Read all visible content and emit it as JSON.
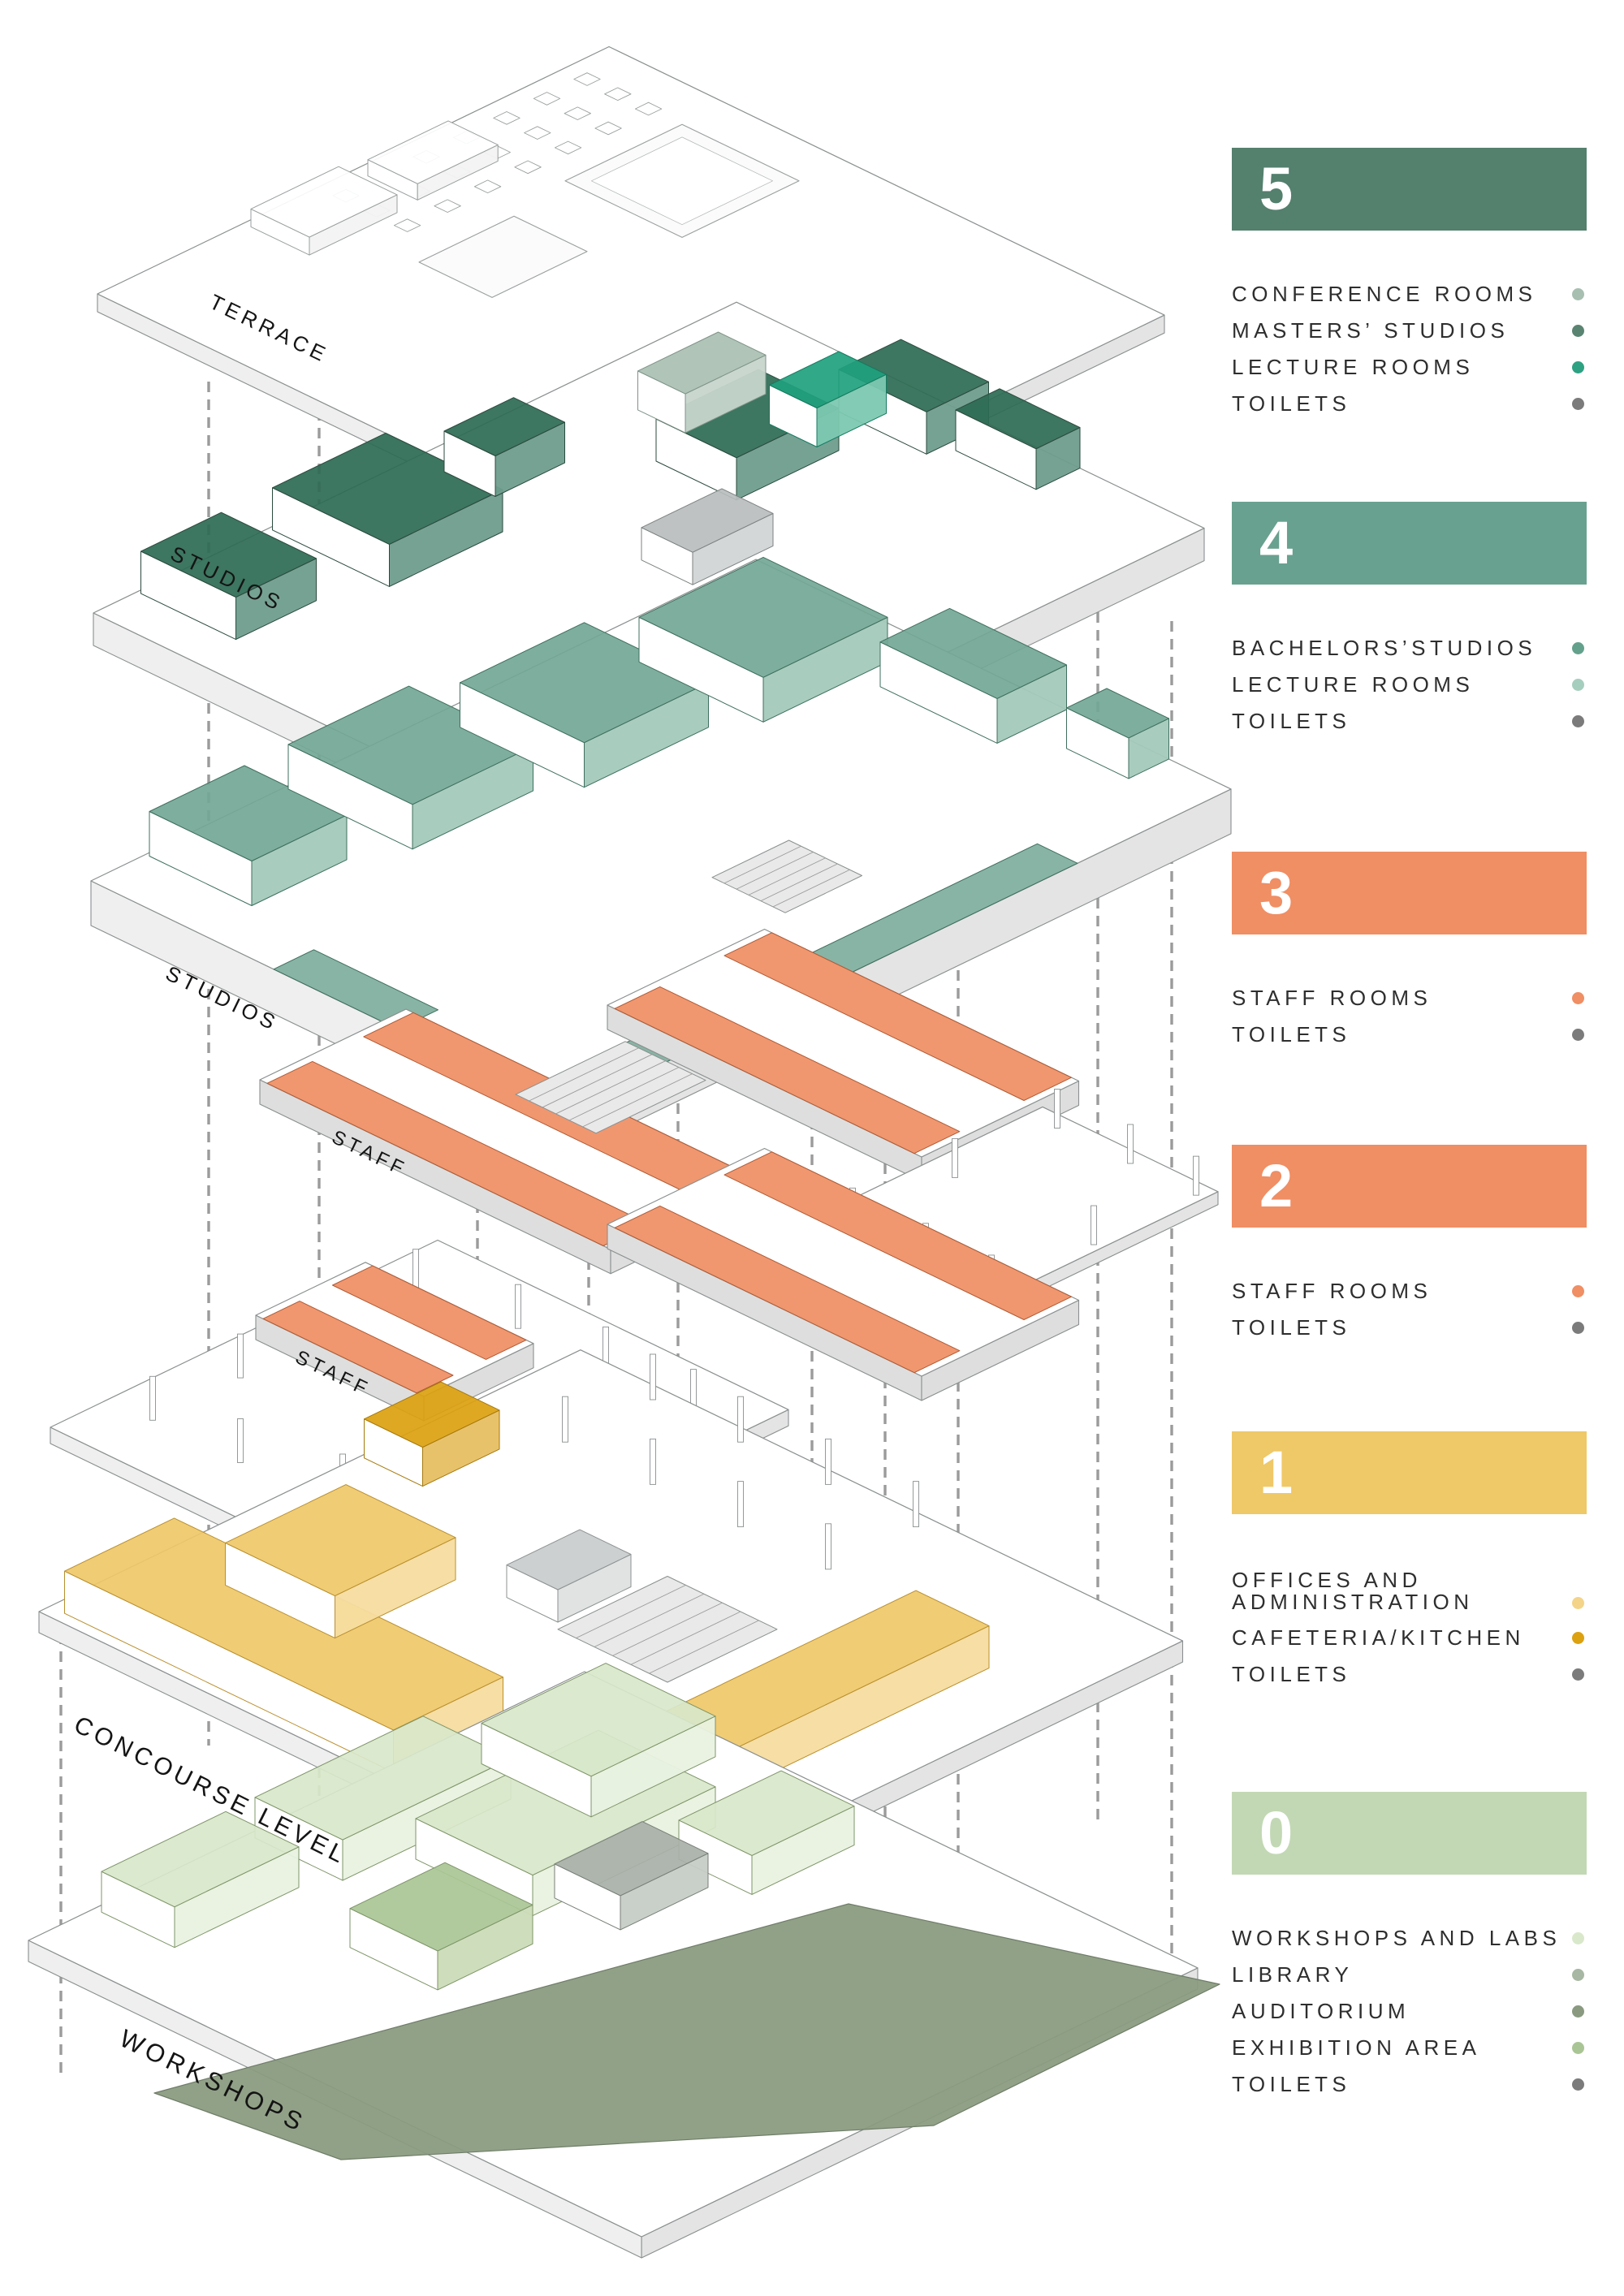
{
  "diagram": {
    "floors": [
      {
        "id": "terrace",
        "label": "TERRACE"
      },
      {
        "id": "studios-5",
        "label": "STUDIOS"
      },
      {
        "id": "studios-4",
        "label": "STUDIOS"
      },
      {
        "id": "staff-3",
        "label": "STAFF"
      },
      {
        "id": "staff-2",
        "label": "STAFF"
      },
      {
        "id": "concourse",
        "label": "CONCOURSE LEVEL"
      },
      {
        "id": "workshops",
        "label": "WORKSHOPS"
      }
    ]
  },
  "legend": {
    "levels": [
      {
        "number": "5",
        "color": "#54806E",
        "items": [
          {
            "label": "CONFERENCE ROOMS",
            "dot": "#A7BFB0"
          },
          {
            "label": "MASTERS’ STUDIOS",
            "dot": "#5A8472"
          },
          {
            "label": "LECTURE ROOMS",
            "dot": "#2EA183"
          },
          {
            "label": "TOILETS",
            "dot": "#7B7B7B"
          }
        ]
      },
      {
        "number": "4",
        "color": "#68A18F",
        "items": [
          {
            "label": "BACHELORS’STUDIOS",
            "dot": "#64A18D"
          },
          {
            "label": "LECTURE ROOMS",
            "dot": "#A6CEBE"
          },
          {
            "label": "TOILETS",
            "dot": "#7B7B7B"
          }
        ]
      },
      {
        "number": "3",
        "color": "#F08E64",
        "items": [
          {
            "label": "STAFF ROOMS",
            "dot": "#F08E64"
          },
          {
            "label": "TOILETS",
            "dot": "#7B7B7B"
          }
        ]
      },
      {
        "number": "2",
        "color": "#F08E64",
        "items": [
          {
            "label": "STAFF ROOMS",
            "dot": "#F08E64"
          },
          {
            "label": "TOILETS",
            "dot": "#7B7B7B"
          }
        ]
      },
      {
        "number": "1",
        "color": "#EFC868",
        "items": [
          {
            "label": "OFFICES AND\nADMINISTRATION",
            "dot": "#F3D488"
          },
          {
            "label": "CAFETERIA/KITCHEN",
            "dot": "#DCA110"
          },
          {
            "label": "TOILETS",
            "dot": "#7B7B7B"
          }
        ]
      },
      {
        "number": "0",
        "color": "#C2D8B4",
        "items": [
          {
            "label": "WORKSHOPS AND LABS",
            "dot": "#D9E8CB"
          },
          {
            "label": "LIBRARY",
            "dot": "#A8B7A3"
          },
          {
            "label": "AUDITORIUM",
            "dot": "#8A9A80"
          },
          {
            "label": "EXHIBITION AREA",
            "dot": "#A9C595"
          },
          {
            "label": "TOILETS",
            "dot": "#7B7B7B"
          }
        ]
      }
    ]
  }
}
